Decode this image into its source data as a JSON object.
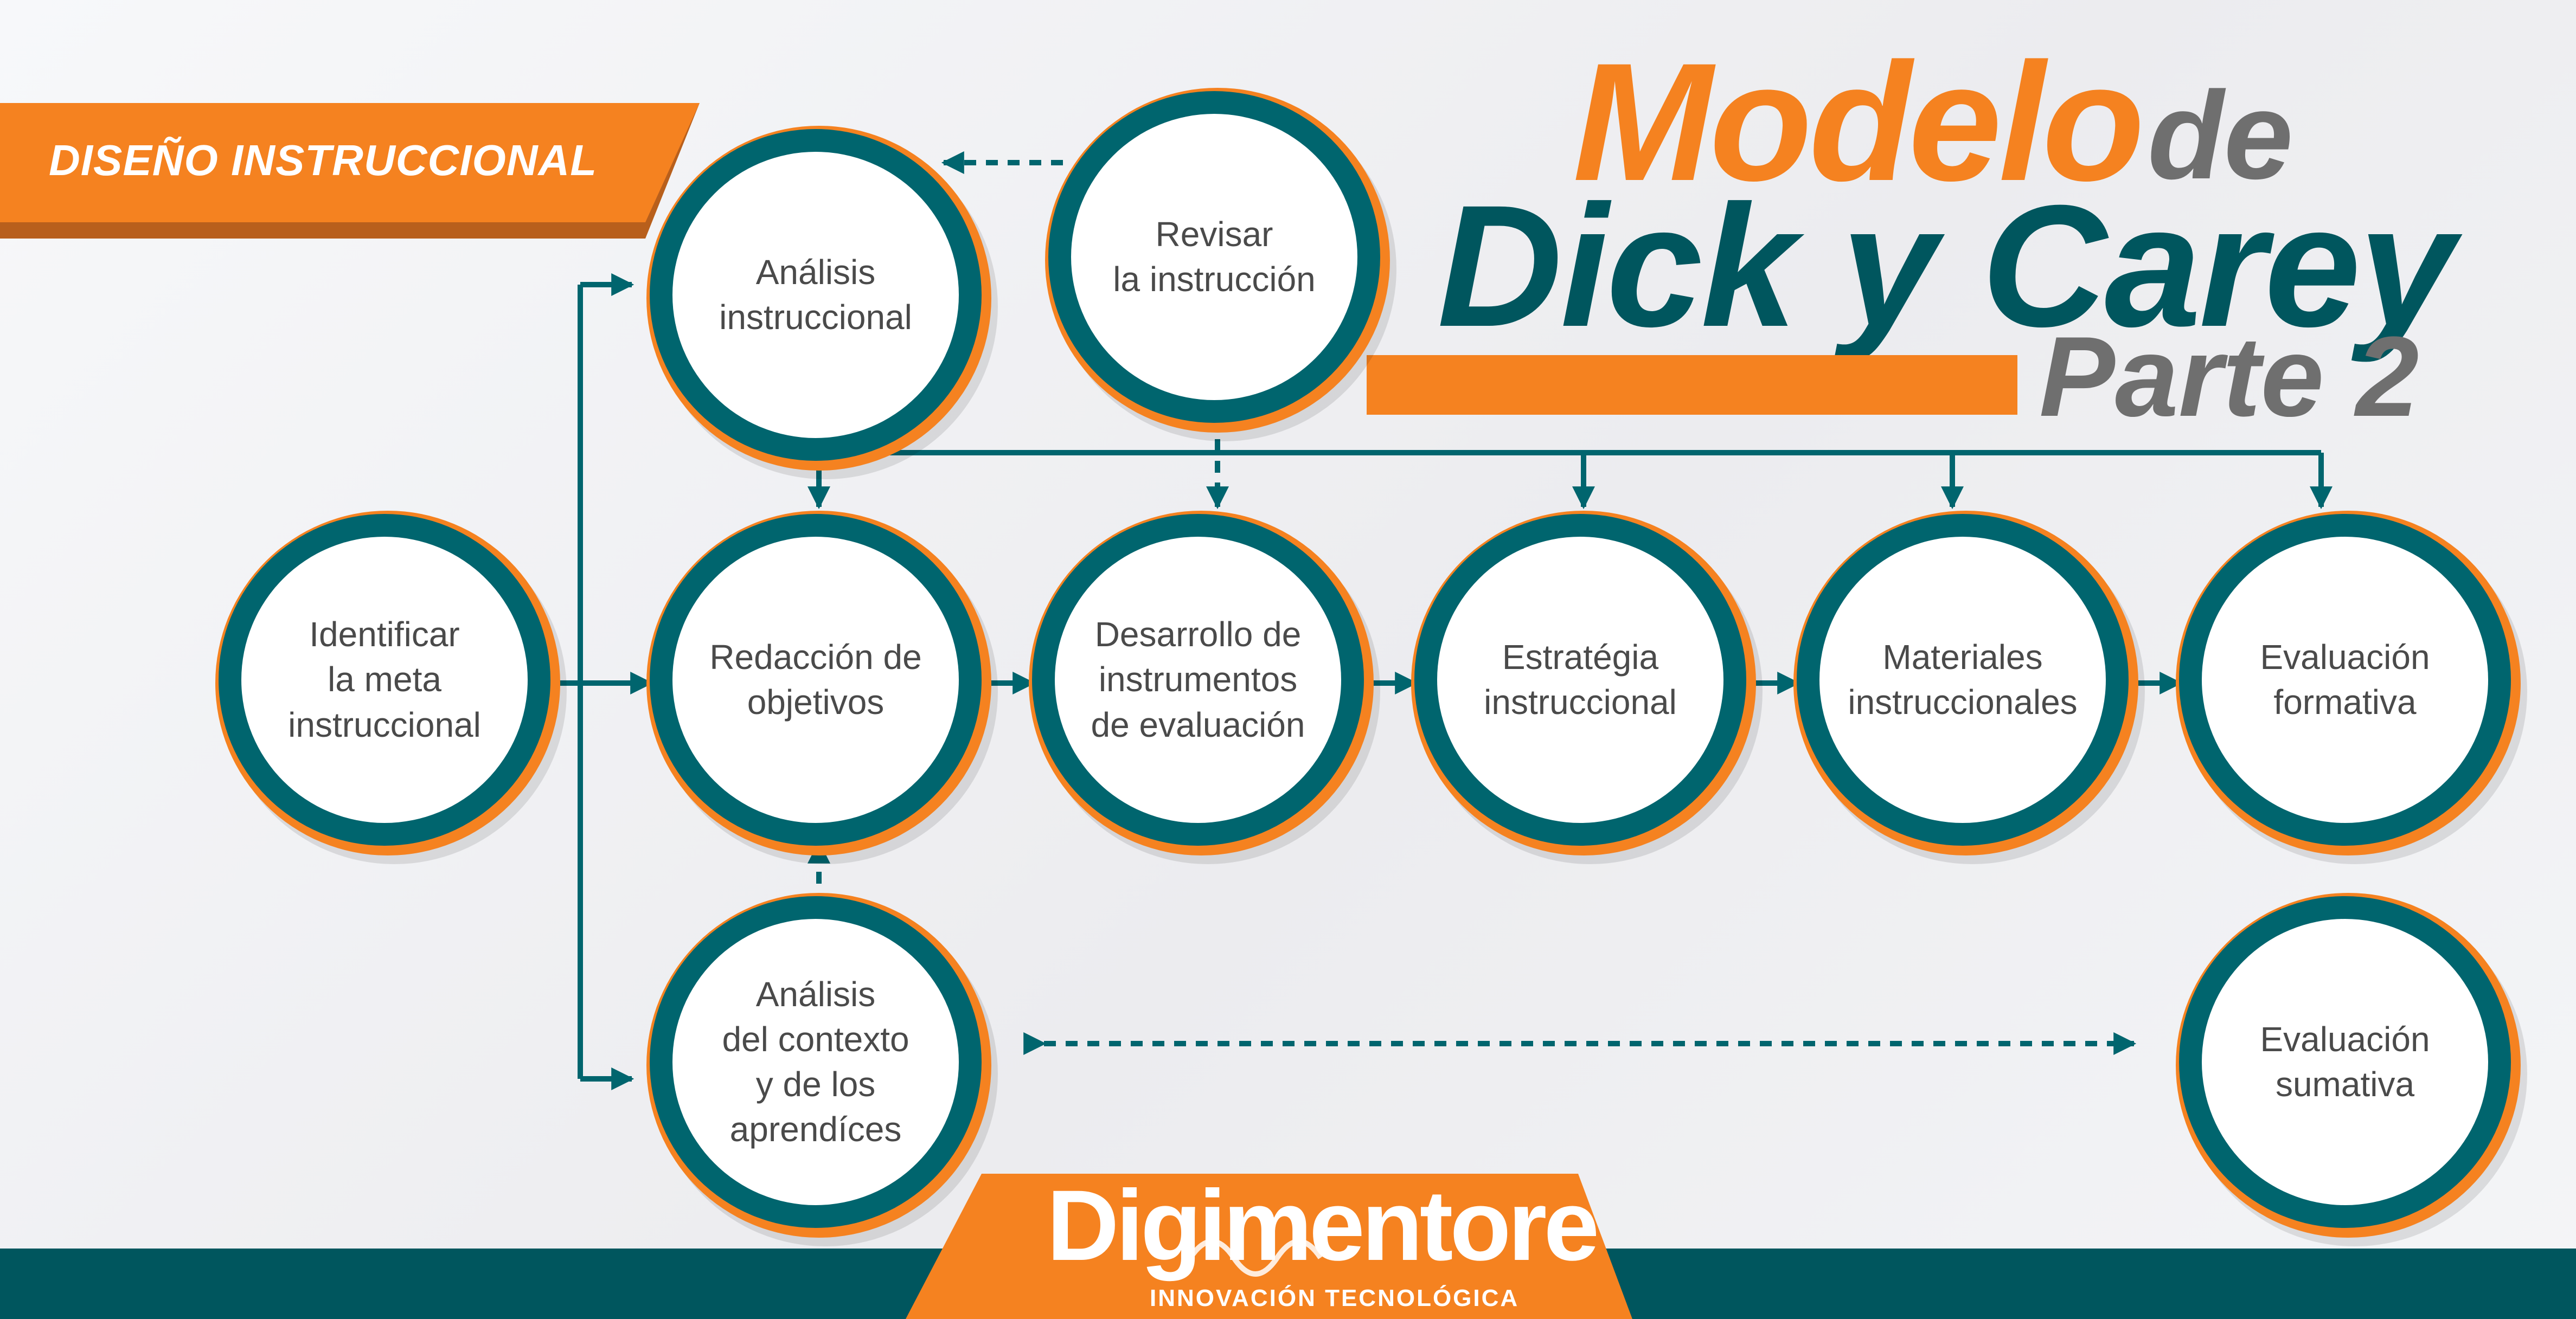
{
  "banner": {
    "label": "DISEÑO INSTRUCCIONAL"
  },
  "title": {
    "line1": "Modelo",
    "line2": "de",
    "line3": "Dick y Carey",
    "line4": "Parte 2"
  },
  "logo": {
    "name": "Digimentore",
    "tagline": "INNOVACIÓN TECNOLÓGICA"
  },
  "nodes": [
    {
      "id": "analisis-instruccional",
      "label": "Análisis\ninstruccional"
    },
    {
      "id": "revisar-instruccion",
      "label": "Revisar\nla instrucción"
    },
    {
      "id": "identificar-meta",
      "label": "Identificar\nla meta\ninstruccional"
    },
    {
      "id": "redaccion-objetivos",
      "label": "Redacción de\nobjetivos"
    },
    {
      "id": "desarrollo-instrumentos",
      "label": "Desarrollo de\ninstrumentos\nde evaluación"
    },
    {
      "id": "estrategia-instruccional",
      "label": "Estratégia\ninstruccional"
    },
    {
      "id": "materiales-instruccionales",
      "label": "Materiales\ninstruccionales"
    },
    {
      "id": "evaluacion-formativa",
      "label": "Evaluación\nformativa"
    },
    {
      "id": "analisis-contexto",
      "label": "Análisis\ndel contexto\ny de los\naprendíces"
    },
    {
      "id": "evaluacion-sumativa",
      "label": "Evaluación\nsumativa"
    }
  ],
  "colors": {
    "teal": "#00656e",
    "orange": "#f58220",
    "gray": "#6f6f6f",
    "text": "#4a4a4a"
  }
}
